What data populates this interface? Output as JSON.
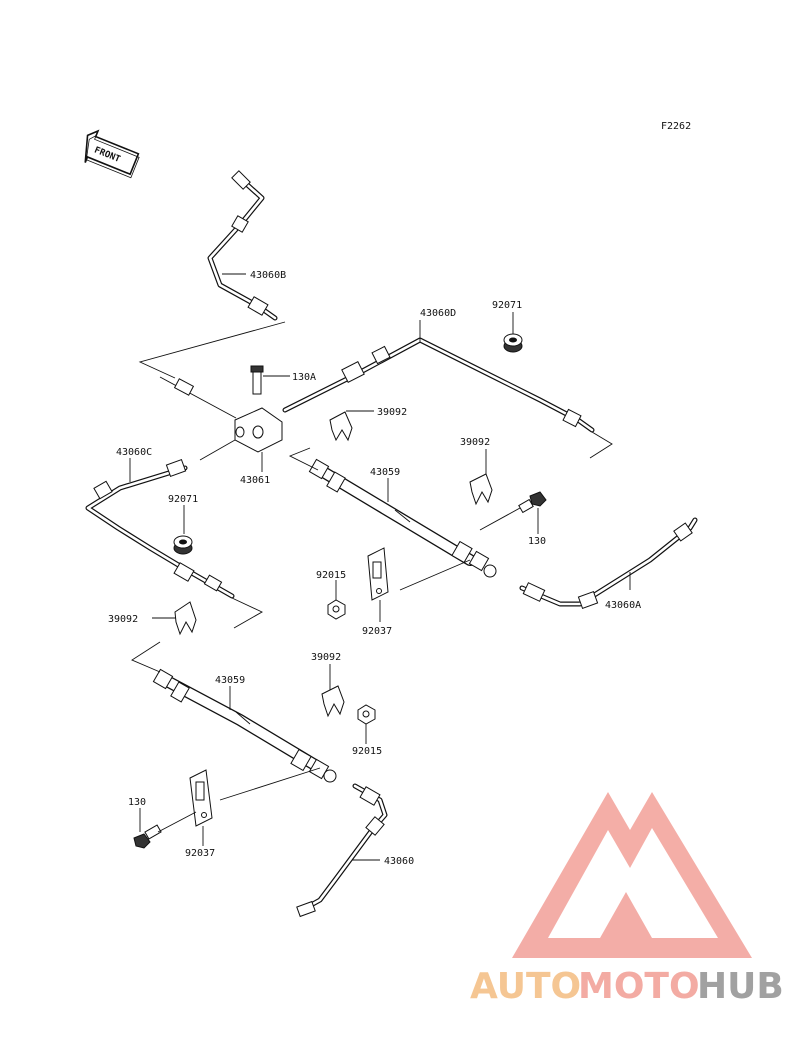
{
  "diagram": {
    "code": "F2262",
    "front_label": "FRONT",
    "part_labels": [
      {
        "id": "43060B",
        "text": "43060B"
      },
      {
        "id": "130A",
        "text": "130A"
      },
      {
        "id": "43060D",
        "text": "43060D"
      },
      {
        "id": "92071_top",
        "text": "92071"
      },
      {
        "id": "39092_a",
        "text": "39092"
      },
      {
        "id": "43060C",
        "text": "43060C"
      },
      {
        "id": "43061",
        "text": "43061"
      },
      {
        "id": "39092_b",
        "text": "39092"
      },
      {
        "id": "43059_a",
        "text": "43059"
      },
      {
        "id": "92071_mid",
        "text": "92071"
      },
      {
        "id": "130_right",
        "text": "130"
      },
      {
        "id": "92015_a",
        "text": "92015"
      },
      {
        "id": "43060A",
        "text": "43060A"
      },
      {
        "id": "92037_a",
        "text": "92037"
      },
      {
        "id": "39092_c",
        "text": "39092"
      },
      {
        "id": "39092_d",
        "text": "39092"
      },
      {
        "id": "43059_b",
        "text": "43059"
      },
      {
        "id": "92015_b",
        "text": "92015"
      },
      {
        "id": "130_left",
        "text": "130"
      },
      {
        "id": "92037_b",
        "text": "92037"
      },
      {
        "id": "43060",
        "text": "43060"
      }
    ]
  },
  "watermark": {
    "brand_auto": "AUTO",
    "brand_moto": "MOTO",
    "brand_hub": "HUB",
    "color_auto": "#f5c28a",
    "color_moto": "#f2a49c",
    "color_hub": "#9a9a9a",
    "triangle_color": "#f3a7a0"
  }
}
